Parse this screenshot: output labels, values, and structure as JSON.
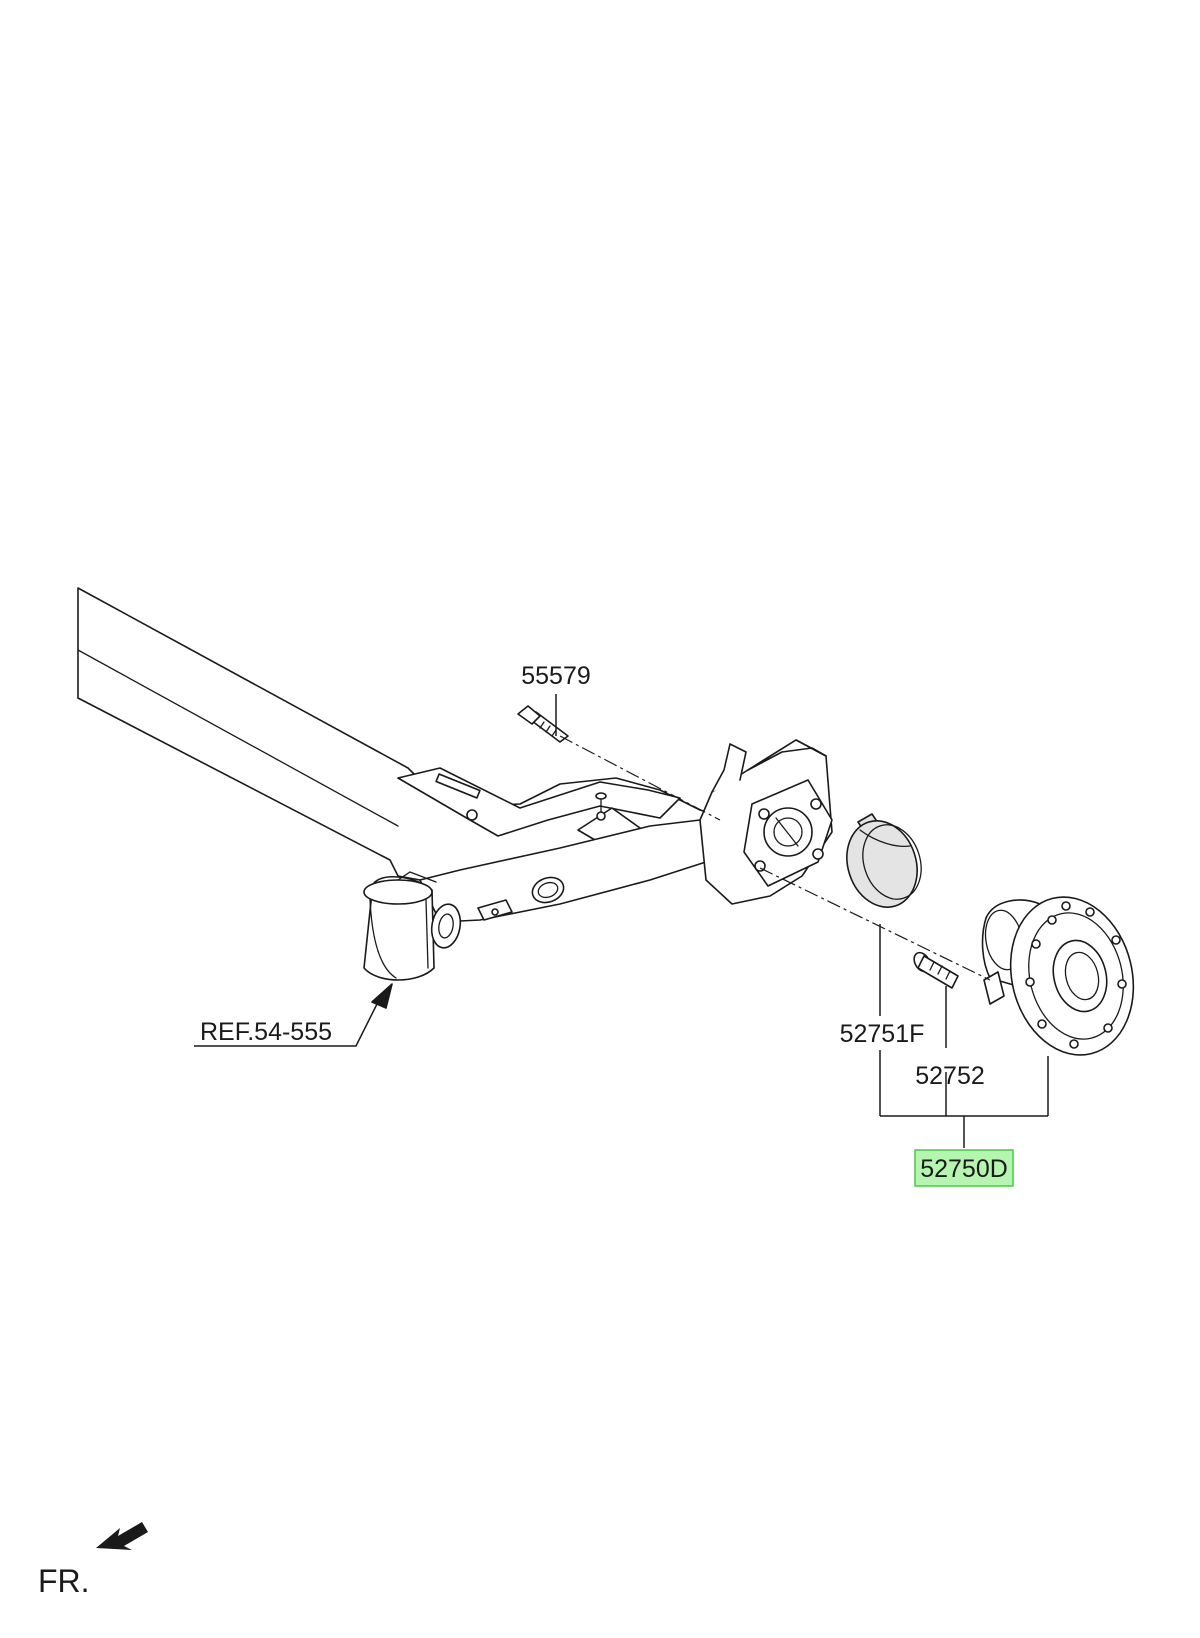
{
  "labels": {
    "bolt": "55579",
    "cap": "52751F",
    "stud": "52752",
    "hub_assembly": "52750D",
    "reference": "REF.54-555",
    "front": "FR."
  },
  "colors": {
    "highlight_fill": "#b6f5b0",
    "highlight_border": "#4cc94c",
    "cap_fill": "#e4e4e4",
    "line": "#1a1a1a"
  },
  "icons": {
    "front_arrow": "front-direction-arrow-icon"
  }
}
